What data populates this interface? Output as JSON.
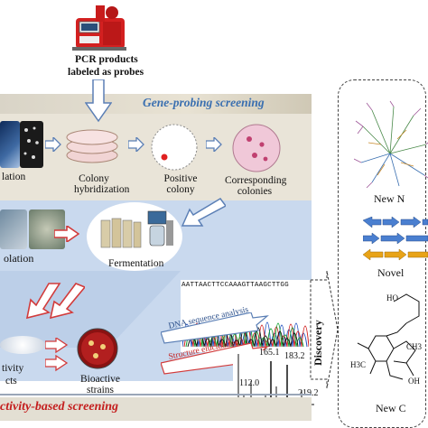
{
  "probes": {
    "line1": "PCR products",
    "line2": "labeled as probes"
  },
  "gene_probing": {
    "title": "Gene-probing screening",
    "steps": [
      {
        "label": "lation"
      },
      {
        "label": "Colony hybridization"
      },
      {
        "label": "Positive colony"
      },
      {
        "label": "Corresponding colonies"
      }
    ]
  },
  "middle": {
    "isolation_label": "olation",
    "fermentation_label": "Fermentation"
  },
  "bottom": {
    "activity_label": "tivity",
    "activity_label2": "cts",
    "bioactive_label": "Bioactive strains",
    "dna_analysis": "DNA sequence analysis",
    "structure_elucidation": "Structure elucidation",
    "sequence": "AATTAACTTCCAAAGTTAAGCTTGG",
    "ms_peaks": [
      "165.1",
      "183.2",
      "112.0",
      "219.2"
    ]
  },
  "activity_based": {
    "title": "ctivity-based screening"
  },
  "discovery": {
    "label": "Discovery"
  },
  "right_panel": {
    "new_tree_label": "New N",
    "novel_label": "Novel",
    "new_compound_label": "New C",
    "chem_labels": [
      "HO",
      "CH3",
      "H3C",
      "OH"
    ]
  },
  "colors": {
    "gp_title": "#3a6fb0",
    "ab_title": "#c41e1e",
    "arrow_blue": "#6b8fc4",
    "arrow_red": "#d23b3b",
    "gene_blue": "#4a7fd0",
    "gene_yellow": "#e8a317"
  }
}
